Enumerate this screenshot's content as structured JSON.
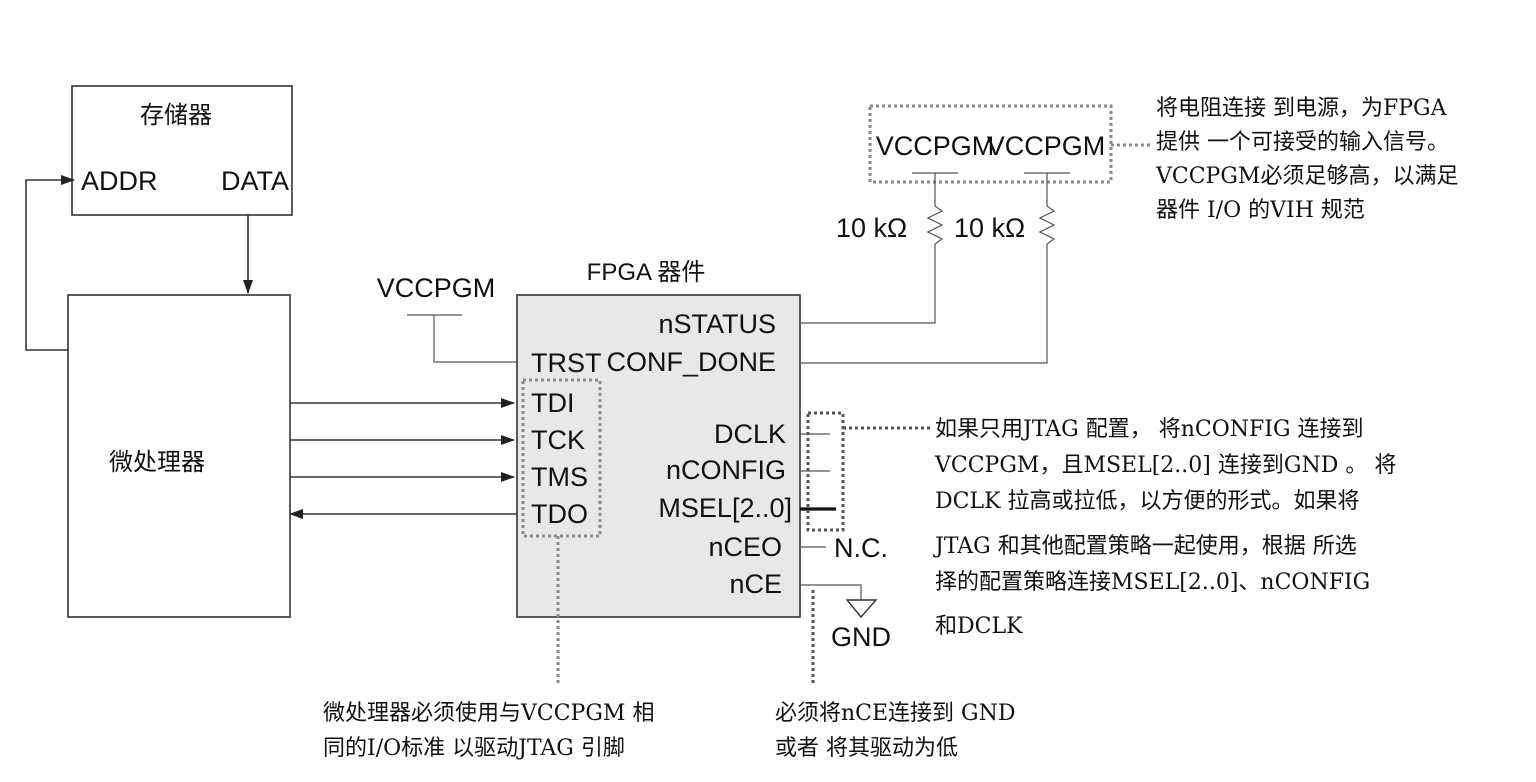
{
  "memory": {
    "title": "存储器",
    "addr": "ADDR",
    "data": "DATA"
  },
  "microprocessor": {
    "title": "微处理器"
  },
  "fpga": {
    "title": "FPGA  器件",
    "left_pins": [
      "TRST",
      "TDI",
      "TCK",
      "TMS",
      "TDO"
    ],
    "right_pins": [
      "nSTATUS",
      "CONF_DONE",
      "DCLK",
      "nCONFIG",
      "MSEL[2..0]",
      "nCEO",
      "nCE"
    ]
  },
  "vccpgm_left": "VCCPGM",
  "pullup": {
    "vcc1": "VCCPGM",
    "vcc2": "VCCPGM",
    "r1": "10 kΩ",
    "r2": "10 kΩ"
  },
  "nc_label": "N.C.",
  "gnd_label": "GND",
  "notes": {
    "resistor": [
      "将电阻连接 到电源，为FPGA",
      "提供 一个可接受的输入信号。",
      "VCCPGM必须足够高，以满足",
      "器件 I/O 的VIH 规范"
    ],
    "jtag_config": [
      "如果只用JTAG 配置， 将nCONFIG 连接到",
      "VCCPGM，且MSEL[2..0] 连接到GND 。 将",
      "DCLK 拉高或拉低，以方便的形式。如果将",
      "JTAG 和其他配置策略一起使用，根据 所选",
      "择的配置策略连接MSEL[2..0]、nCONFIG",
      "和DCLK"
    ],
    "micro_io": [
      "微处理器必须使用与VCCPGM 相",
      "同的I/O标准 以驱动JTAG 引脚"
    ],
    "nce": [
      "必须将nCE连接到 GND",
      "或者 将其驱动为低"
    ]
  }
}
